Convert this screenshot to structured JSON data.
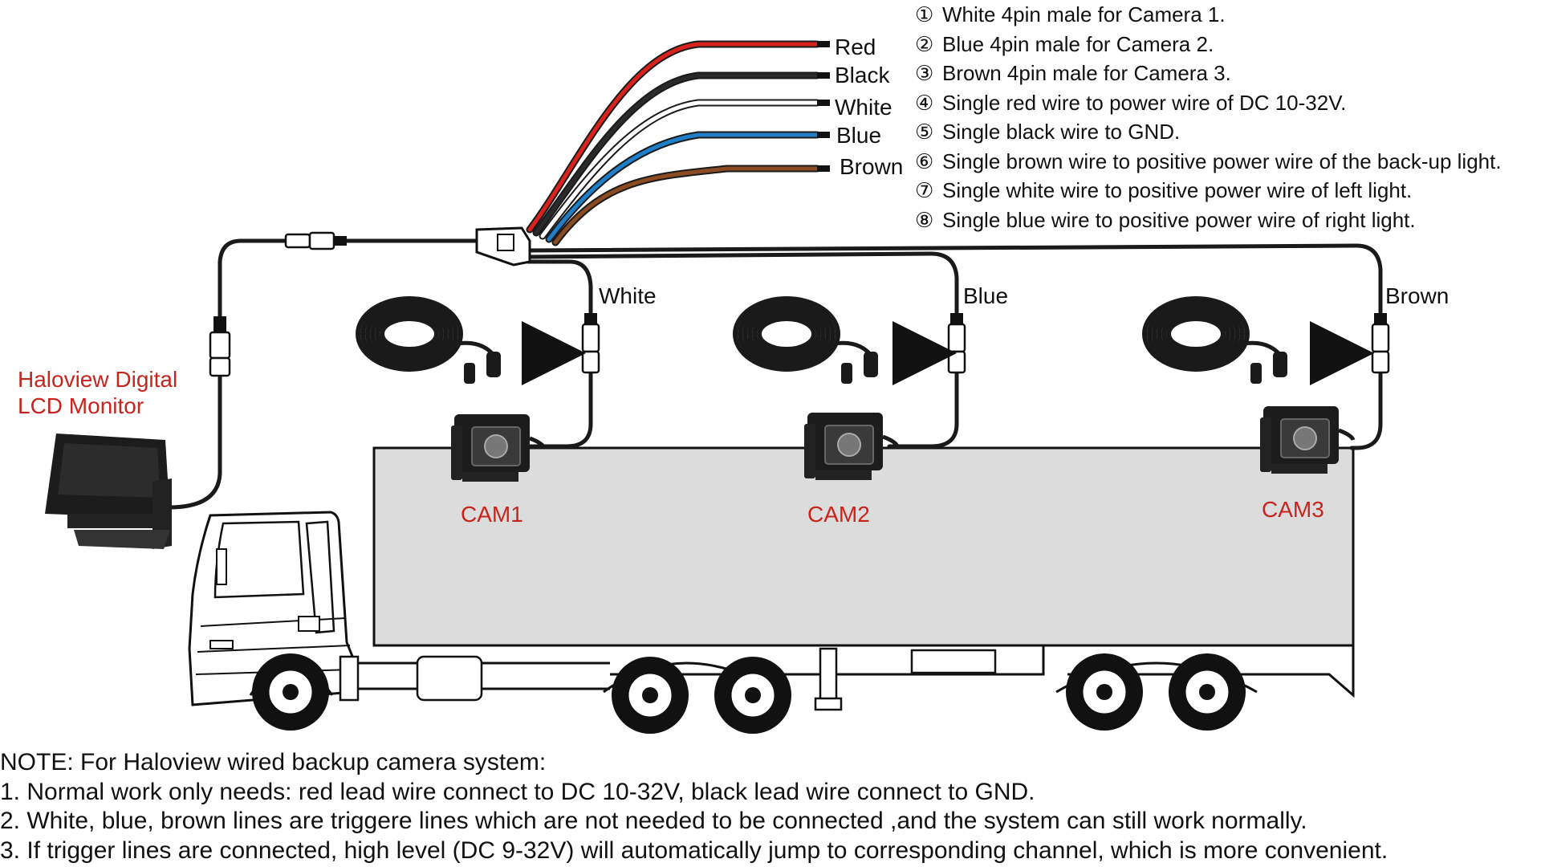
{
  "legend": [
    {
      "num": "①",
      "text": "White 4pin male for Camera 1."
    },
    {
      "num": "②",
      "text": "Blue 4pin male for Camera 2."
    },
    {
      "num": "③",
      "text": "Brown 4pin male for Camera 3."
    },
    {
      "num": "④",
      "text": "Single red wire to power wire of DC 10-32V."
    },
    {
      "num": "⑤",
      "text": "Single black wire to GND."
    },
    {
      "num": "⑥",
      "text": "Single brown wire to positive power wire of the back-up light."
    },
    {
      "num": "⑦",
      "text": "Single white wire to positive power wire of left light."
    },
    {
      "num": "⑧",
      "text": "Single blue wire to positive power wire of right light."
    }
  ],
  "wires": [
    {
      "label": "Red",
      "color": "#d8221c"
    },
    {
      "label": "Black",
      "color": "#2a2a2a"
    },
    {
      "label": "White",
      "color": "#ffffff"
    },
    {
      "label": "Blue",
      "color": "#1e7ec8"
    },
    {
      "label": "Brown",
      "color": "#8a4a22"
    }
  ],
  "channels": [
    {
      "wire_label": "White",
      "camera": "CAM1"
    },
    {
      "wire_label": "Blue",
      "camera": "CAM2"
    },
    {
      "wire_label": "Brown",
      "camera": "CAM3"
    }
  ],
  "monitor": {
    "line1": "Haloview Digital",
    "line2": "LCD Monitor"
  },
  "notes": [
    "NOTE: For Haloview wired backup camera system:",
    "1. Normal work only needs: red lead wire connect to DC 10-32V, black lead wire connect to GND.",
    "2. White, blue, brown lines are triggere lines which are not needed to be connected ,and the system can still work normally.",
    "3. If trigger lines are connected, high level (DC 9-32V) will automatically jump to corresponding channel, which is more convenient."
  ],
  "colors": {
    "accent": "#c8241e",
    "body": "#dcdcdc",
    "cable": "#1a1a1a"
  }
}
